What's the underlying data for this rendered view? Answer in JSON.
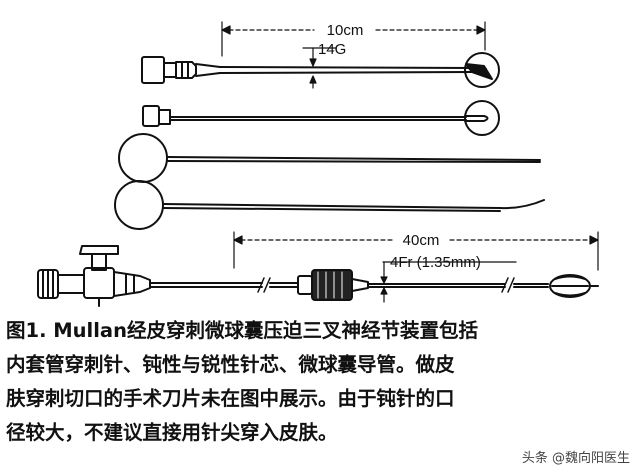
{
  "diagram": {
    "dim_needle_length": "10cm",
    "dim_needle_gauge": "14G",
    "dim_catheter_length": "40cm",
    "dim_catheter_size": "4Fr (1.35mm)"
  },
  "caption": {
    "line1": "图1. Mullan经皮穿刺微球囊压迫三叉神经节装置包括",
    "line2": "内套管穿刺针、钝性与锐性针芯、微球囊导管。做皮",
    "line3": "肤穿刺切口的手术刀片未在图中展示。由于钝针的口",
    "line4": "径较大，不建议直接用针尖穿入皮肤。"
  },
  "watermark": "头条 @魏向阳医生"
}
